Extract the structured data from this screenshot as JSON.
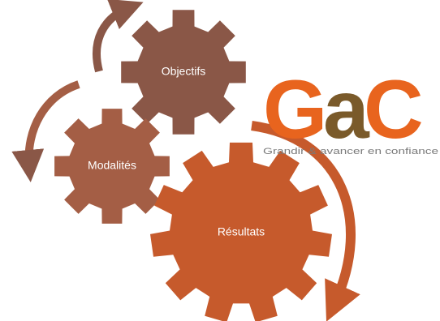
{
  "diagram": {
    "gears": [
      {
        "id": "objectifs",
        "label": "Objectifs",
        "color": "#8a5747"
      },
      {
        "id": "modalites",
        "label": "Modalités",
        "color": "#a45e45"
      },
      {
        "id": "resultats",
        "label": "Résultats",
        "color": "#c65a2c"
      }
    ],
    "arrow_color_brown": "#8a5747",
    "arrow_color_orange": "#c65a2c"
  },
  "logo": {
    "letter_g": "G",
    "letter_a": "a",
    "letter_c": "C",
    "tagline": "Grandir & avancer en confiance",
    "color_orange": "#e8641e",
    "color_brown": "#7a5a2a"
  }
}
